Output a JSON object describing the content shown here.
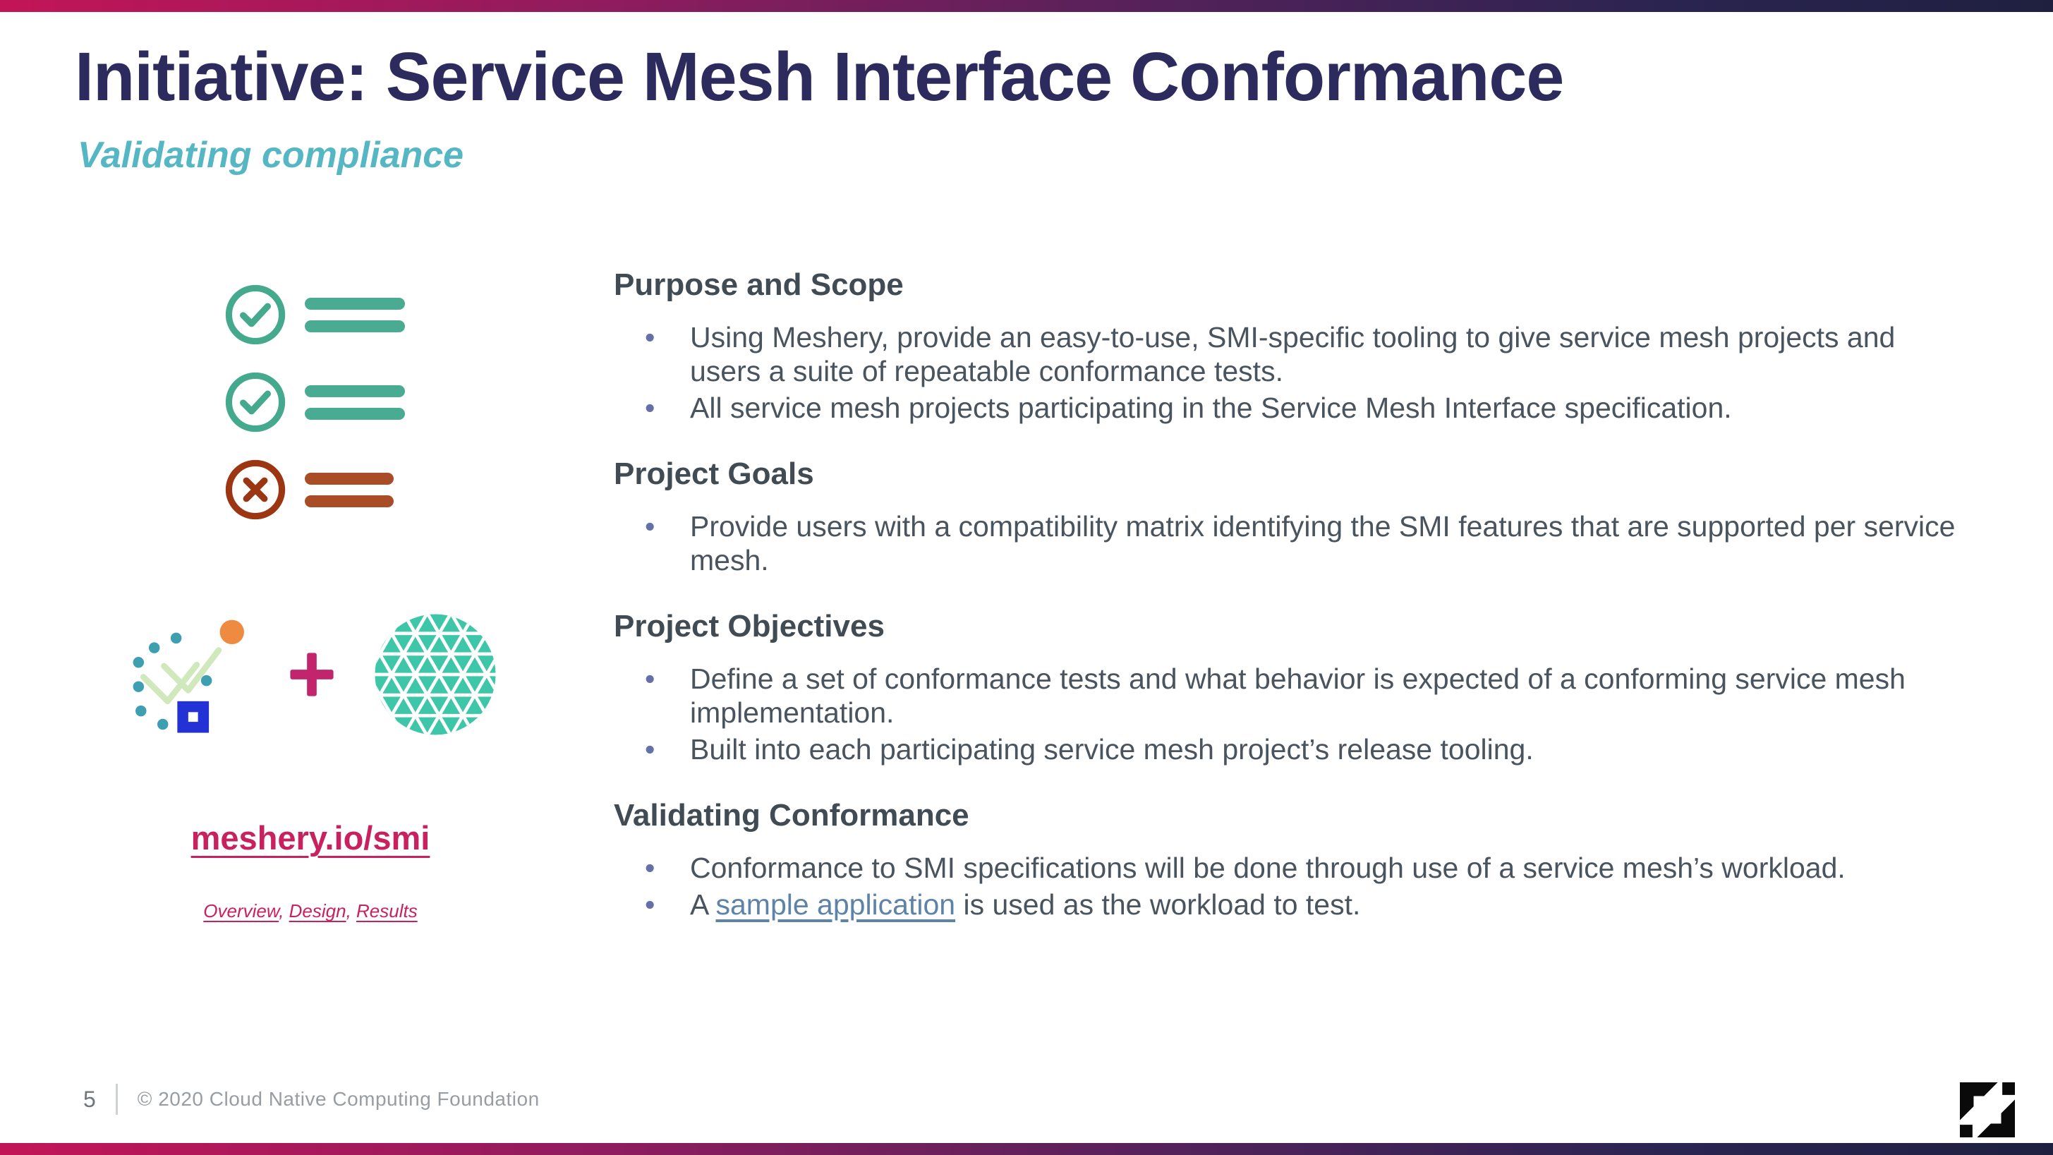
{
  "title": "Initiative: Service Mesh Interface Conformance",
  "subtitle": "Validating compliance",
  "left": {
    "link": "meshery.io/smi",
    "sublink_separator": ", ",
    "sublinks": [
      {
        "label": "Overview"
      },
      {
        "label": "Design"
      },
      {
        "label": "Results"
      }
    ],
    "icons": {
      "checklist": [
        "check-circle-icon",
        "check-circle-icon",
        "cross-circle-icon"
      ],
      "logos": [
        "meshery-logo",
        "plus-icon",
        "smi-logo"
      ]
    }
  },
  "sections": [
    {
      "heading": "Purpose and Scope",
      "bullets": [
        "Using Meshery, provide an easy-to-use, SMI-specific tooling to give service mesh projects and users a suite of repeatable conformance tests.",
        "All service mesh projects participating in the Service Mesh Interface specification."
      ]
    },
    {
      "heading": "Project Goals",
      "bullets": [
        "Provide users with a compatibility matrix identifying the SMI features that are supported per service mesh."
      ]
    },
    {
      "heading": "Project Objectives",
      "bullets": [
        "Define a set of conformance tests and what behavior is expected of a conforming service mesh implementation.",
        "Built into each participating service mesh project’s release tooling."
      ]
    },
    {
      "heading": "Validating Conformance",
      "bullets": [
        "Conformance to SMI specifications will be done through use of a service mesh’s workload.",
        {
          "prefix": "A ",
          "link_text": "sample application",
          "suffix": " is used as the workload to test."
        }
      ]
    }
  ],
  "footer": {
    "page_number": "5",
    "copyright": "© 2020 Cloud Native Computing Foundation",
    "logo": "cncf-logo"
  },
  "colors": {
    "accent_pink": "#c9215f",
    "title_navy": "#2d2b5e",
    "subtitle_teal": "#54b7c3",
    "heading_slate": "#414b53",
    "body_text": "#4a545e",
    "bullet_dot": "#6471a9",
    "check_green": "#45a98e",
    "check_bar_teal": "#4aab93",
    "cross_red": "#9c3512",
    "cross_bar_rust": "#a84d26",
    "smi_teal": "#3ec6a8",
    "meshery_orange": "#ef8b40",
    "meshery_blue": "#2232d4",
    "meshery_line_green": "#cfe9bc",
    "meshery_dot_teal": "#3d9fb0",
    "plus_magenta": "#c2256c",
    "inline_link_blue": "#5d83a8",
    "footer_gray": "#979da2",
    "gradient_left": "#c21557",
    "gradient_right": "#1f2040"
  }
}
